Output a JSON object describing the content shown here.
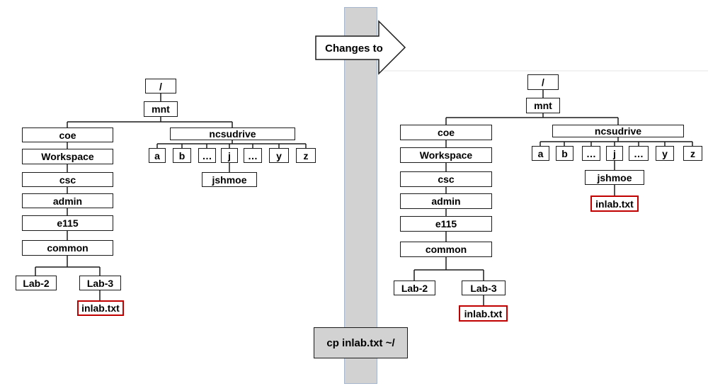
{
  "arrow_label": "Changes to",
  "command": "cp inlab.txt ~/",
  "tree_before": {
    "root": "/",
    "mnt": "mnt",
    "coe": "coe",
    "workspace": "Workspace",
    "csc": "csc",
    "admin": "admin",
    "e115": "e115",
    "common": "common",
    "lab2": "Lab-2",
    "lab3": "Lab-3",
    "lab3_file": "inlab.txt",
    "ncsudrive": "ncsudrive",
    "drives": [
      "a",
      "b",
      "…",
      "j",
      "…",
      "y",
      "z"
    ],
    "user": "jshmoe"
  },
  "tree_after": {
    "root": "/",
    "mnt": "mnt",
    "coe": "coe",
    "workspace": "Workspace",
    "csc": "csc",
    "admin": "admin",
    "e115": "e115",
    "common": "common",
    "lab2": "Lab-2",
    "lab3": "Lab-3",
    "lab3_file": "inlab.txt",
    "ncsudrive": "ncsudrive",
    "drives": [
      "a",
      "b",
      "…",
      "j",
      "…",
      "y",
      "z"
    ],
    "user": "jshmoe",
    "user_file": "inlab.txt"
  },
  "colors": {
    "highlight_border": "#c00000",
    "divider_fill": "#d2d2d2",
    "divider_border": "#a6b7cd"
  }
}
